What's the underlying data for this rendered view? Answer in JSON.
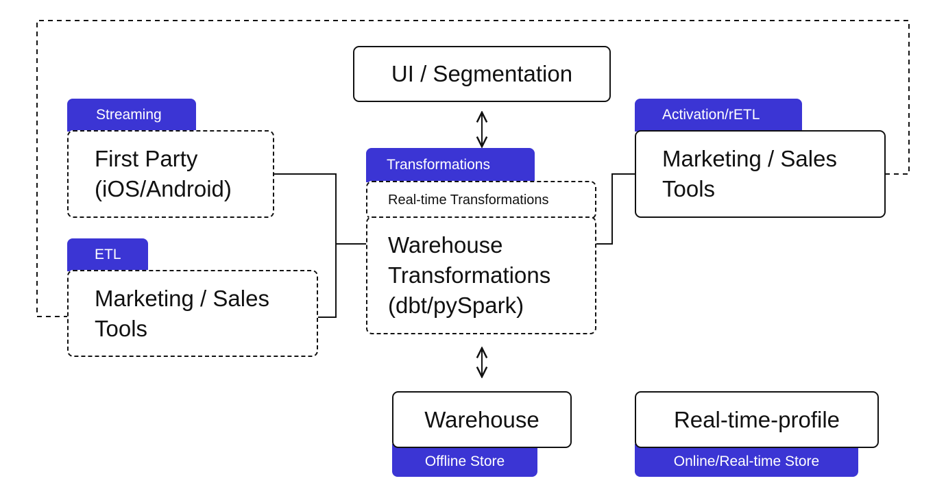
{
  "ui_box": {
    "label": "UI / Segmentation"
  },
  "streaming": {
    "tab": "Streaming",
    "line1": "First Party",
    "line2": "(iOS/Android)"
  },
  "etl": {
    "tab": "ETL",
    "line1": "Marketing / Sales",
    "line2": "Tools"
  },
  "transformations": {
    "tab": "Transformations",
    "realtime_label": "Real-time Transformations",
    "warehouse_line1": "Warehouse",
    "warehouse_line2": "Transformations",
    "warehouse_line3": "(dbt/pySpark)"
  },
  "activation": {
    "tab": "Activation/rETL",
    "line1": "Marketing / Sales",
    "line2": "Tools"
  },
  "warehouse": {
    "label": "Warehouse",
    "tab": "Offline Store"
  },
  "realtime_profile": {
    "label": "Real-time-profile",
    "tab": "Online/Real-time Store"
  },
  "colors": {
    "accent": "#3b35d4",
    "stroke": "#111111",
    "background": "#ffffff"
  }
}
